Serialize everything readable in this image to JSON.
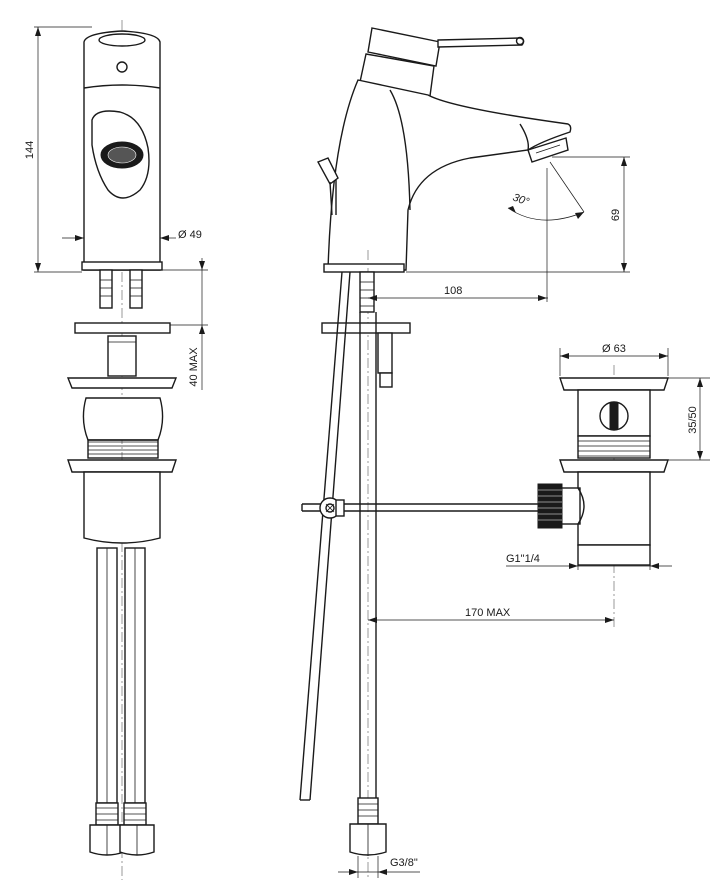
{
  "dimensions": {
    "height_total": "144",
    "body_diameter": "Ø 49",
    "thickness_max": "40 MAX",
    "spout_height": "69",
    "angle": "30°",
    "spout_reach": "108",
    "waste_diameter": "Ø 63",
    "waste_height": "35/50",
    "waste_thread": "G1\"1/4",
    "rod_length": "170 MAX",
    "hose_thread": "G3/8\""
  }
}
